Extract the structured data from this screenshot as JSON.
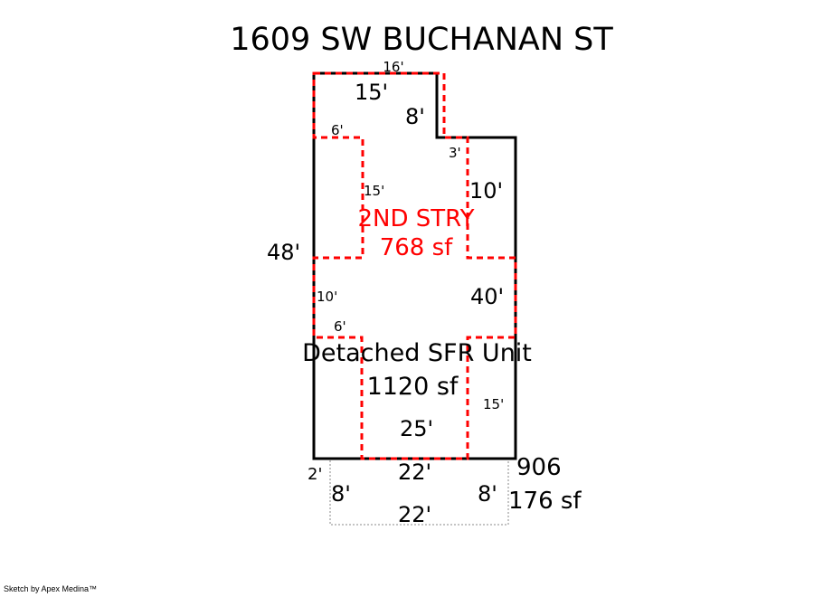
{
  "title": "1609 SW BUCHANAN ST",
  "colors": {
    "outline": "#000000",
    "second_story": "#ff0000",
    "garage": "#888888"
  },
  "main_unit": {
    "name": "Detached SFR Unit",
    "area": "1120 sf"
  },
  "second_story": {
    "name": "2ND STRY",
    "area": "768 sf"
  },
  "attached_area": {
    "code": "906",
    "area": "176 sf"
  },
  "dimensions": {
    "top_16": "16'",
    "top_15": "15'",
    "step_8": "8'",
    "step_3": "3'",
    "left_6_top": "6'",
    "inner_15_top": "15'",
    "right_10": "10'",
    "left_48": "48'",
    "left_10": "10'",
    "right_40": "40'",
    "left_6_bottom": "6'",
    "right_15": "15'",
    "inner_25": "25'",
    "bottom_22_top": "22'",
    "bottom_2": "2'",
    "garage_8_left": "8'",
    "garage_8_right": "8'",
    "garage_22": "22'"
  },
  "credit": "Sketch by Apex Medina™"
}
